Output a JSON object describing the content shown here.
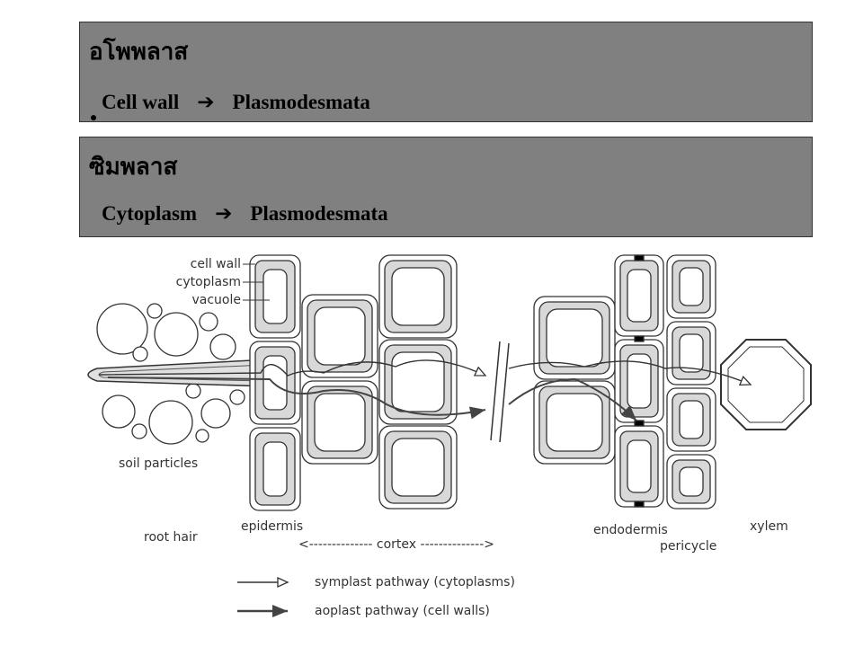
{
  "box_apoplast": {
    "title": "อโพพลาส",
    "from": "Cell wall",
    "arrow": "➔",
    "to": "Plasmodesmata"
  },
  "box_symplast": {
    "title": "ซิมพลาส",
    "from": "Cytoplasm",
    "arrow": "➔",
    "to": "Plasmodesmata"
  },
  "diagram": {
    "labels": {
      "cell_wall": "cell wall",
      "cytoplasm": "cytoplasm",
      "vacuole": "vacuole",
      "soil_particles": "soil particles",
      "root_hair": "root hair",
      "epidermis": "epidermis",
      "cortex": "<-------------- cortex -------------->",
      "endodermis": "endodermis",
      "pericycle": "pericycle",
      "xylem": "xylem"
    },
    "legend": {
      "symplast": "symplast pathway (cytoplasms)",
      "apoplast": "aoplast pathway (cell walls)"
    }
  }
}
